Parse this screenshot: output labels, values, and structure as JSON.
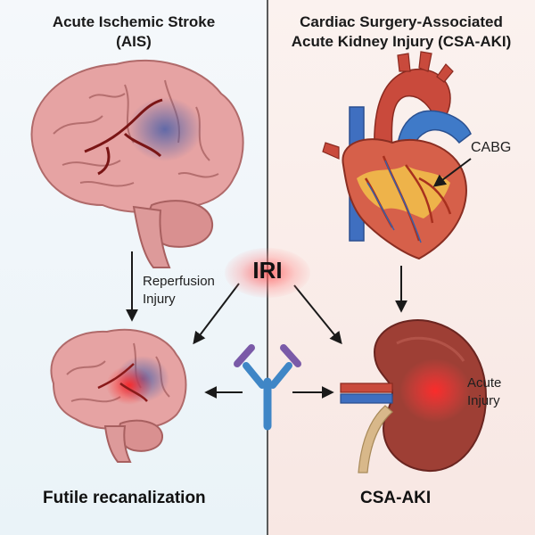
{
  "left_panel": {
    "title_line1": "Acute Ischemic Stroke",
    "title_line2": "(AIS)",
    "arrow_label_line1": "Reperfusion",
    "arrow_label_line2": "Injury",
    "bottom_label": "Futile recanalization"
  },
  "right_panel": {
    "title_line1": "Cardiac Surgery-Associated",
    "title_line2": "Acute Kidney Injury (CSA-AKI)",
    "heart_callout": "CABG",
    "kidney_label_line1": "Acute",
    "kidney_label_line2": "Injury",
    "bottom_label": "CSA-AKI"
  },
  "center": {
    "label": "IRI"
  },
  "colors": {
    "left_background": "#eef4f8",
    "right_background": "#f9ebe7",
    "brain": "#e6a3a3",
    "heart": "#d6604a",
    "kidney": "#9e3f35",
    "antibody_blue": "#3f86c6",
    "antibody_purple": "#7a5aa8"
  }
}
